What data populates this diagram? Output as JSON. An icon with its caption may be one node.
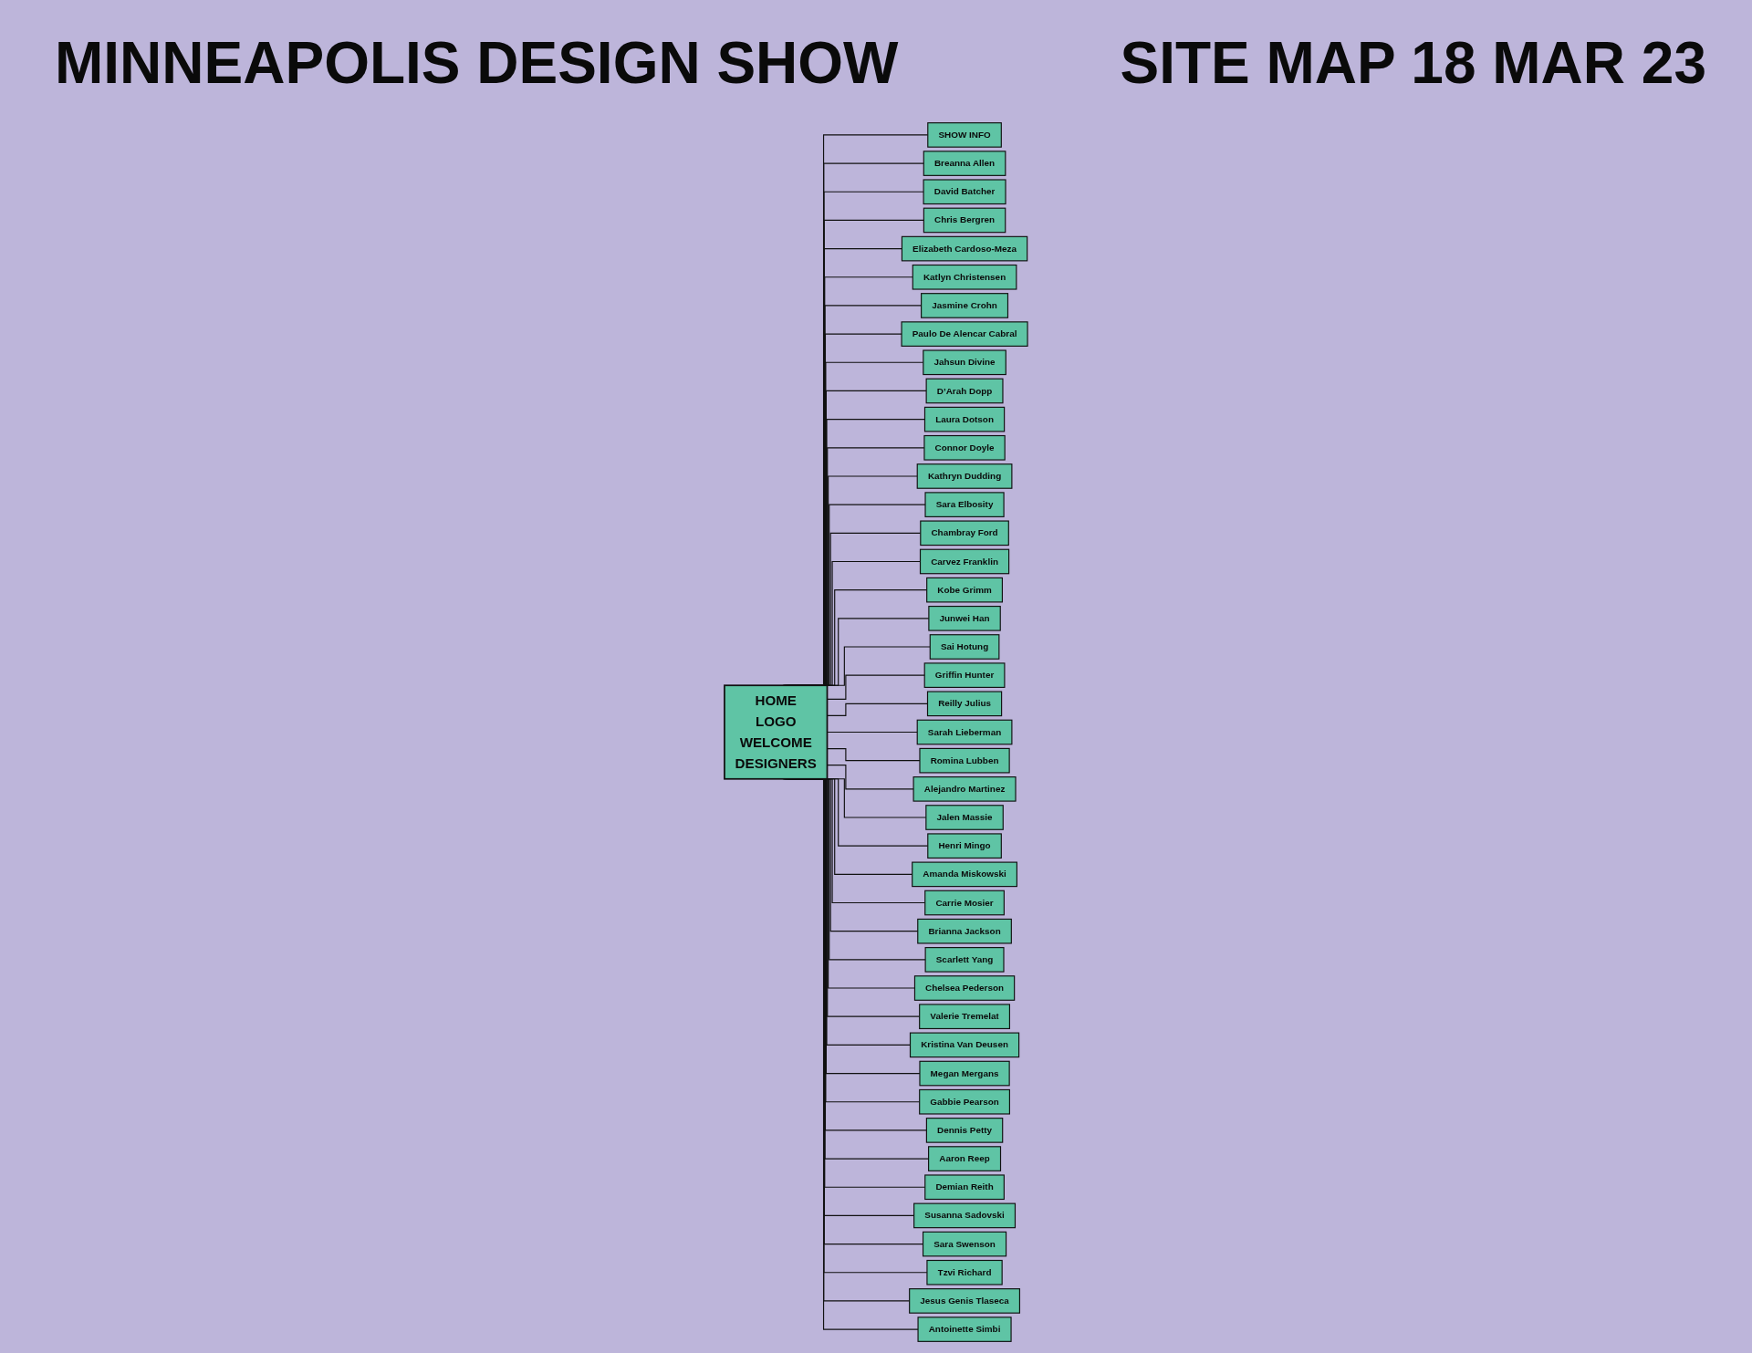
{
  "diagram": {
    "title": "MINNEAPOLIS DESIGN SHOW",
    "nodes": [
      {
        "text": [
          "HOME",
          "LOGO",
          "WELCOME",
          "DESIGNERS"
        ]
      },
      {
        "text": [
          "SHOW INFO"
        ]
      },
      {
        "text": [
          "Breanna Allen"
        ]
      },
      {
        "text": [
          "David Batcher"
        ]
      },
      {
        "text": [
          "Chris Bergren"
        ]
      },
      {
        "text": [
          "Elizabeth Cardoso-Meza"
        ]
      },
      {
        "text": [
          "Katlyn Christensen"
        ]
      },
      {
        "text": [
          "Jasmine Crohn"
        ]
      },
      {
        "text": [
          "Paulo De Alencar Cabral"
        ]
      },
      {
        "text": [
          "Jahsun Divine"
        ]
      },
      {
        "text": [
          "D’Arah Dopp"
        ]
      },
      {
        "text": [
          "Laura Dotson"
        ]
      },
      {
        "text": [
          "Connor Doyle"
        ]
      },
      {
        "text": [
          "Kathryn Dudding"
        ]
      },
      {
        "text": [
          "Sara Elbosity"
        ]
      },
      {
        "text": [
          "Chambray Ford"
        ]
      },
      {
        "text": [
          "Carvez Franklin"
        ]
      },
      {
        "text": [
          "Kobe Grimm"
        ]
      },
      {
        "text": [
          "Junwei Han"
        ]
      },
      {
        "text": [
          "Sai Hotung"
        ]
      },
      {
        "text": [
          "Griffin Hunter"
        ]
      },
      {
        "text": [
          "Reilly Julius"
        ]
      },
      {
        "text": [
          "Sarah Lieberman"
        ]
      },
      {
        "text": [
          "Romina Lubben"
        ]
      },
      {
        "text": [
          "Alejandro Martinez"
        ]
      },
      {
        "text": [
          "Jalen Massie"
        ]
      },
      {
        "text": [
          "Henri Mingo"
        ]
      },
      {
        "text": [
          "Amanda Miskowski"
        ]
      },
      {
        "text": [
          "Carrie Mosier"
        ]
      },
      {
        "text": [
          "Brianna Jackson"
        ]
      },
      {
        "text": [
          "Scarlett Yang"
        ]
      },
      {
        "text": [
          "Chelsea Pederson"
        ]
      },
      {
        "text": [
          "Valerie Tremelat"
        ]
      },
      {
        "text": [
          "Kristina Van Deusen"
        ]
      },
      {
        "text": [
          "Megan Mergans"
        ]
      },
      {
        "text": [
          "Gabbie Pearson"
        ]
      },
      {
        "text": [
          "Dennis Petty"
        ]
      },
      {
        "text": [
          "Aaron Reep"
        ]
      },
      {
        "text": [
          "Demian Reith"
        ]
      },
      {
        "text": [
          "Susanna Sadovski"
        ]
      },
      {
        "text": [
          "Sara Swenson"
        ]
      },
      {
        "text": [
          "Tzvi Richard"
        ]
      },
      {
        "text": [
          "Jesus Genis Tlaseca"
        ]
      },
      {
        "text": [
          "Antoinette Simbi"
        ]
      }
    ],
    "edges": [
      {
        "from": 0,
        "to": 1,
        "arrow": "none"
      },
      {
        "from": 0,
        "to": 2,
        "arrow": "none"
      },
      {
        "from": 0,
        "to": 3,
        "arrow": "none"
      },
      {
        "from": 0,
        "to": 4,
        "arrow": "none"
      },
      {
        "from": 0,
        "to": 5,
        "arrow": "none"
      },
      {
        "from": 0,
        "to": 6,
        "arrow": "none"
      },
      {
        "from": 0,
        "to": 7,
        "arrow": "none"
      },
      {
        "from": 0,
        "to": 8,
        "arrow": "none"
      },
      {
        "from": 0,
        "to": 9,
        "arrow": "none"
      },
      {
        "from": 0,
        "to": 10,
        "arrow": "none"
      },
      {
        "from": 0,
        "to": 11,
        "arrow": "none"
      },
      {
        "from": 0,
        "to": 12,
        "arrow": "none"
      },
      {
        "from": 0,
        "to": 13,
        "arrow": "none"
      },
      {
        "from": 0,
        "to": 14,
        "arrow": "none"
      },
      {
        "from": 0,
        "to": 15,
        "arrow": "none"
      },
      {
        "from": 0,
        "to": 16,
        "arrow": "none"
      },
      {
        "from": 0,
        "to": 17,
        "arrow": "none"
      },
      {
        "from": 0,
        "to": 18,
        "arrow": "none"
      },
      {
        "from": 0,
        "to": 19,
        "arrow": "none"
      },
      {
        "from": 0,
        "to": 20,
        "arrow": "none"
      },
      {
        "from": 0,
        "to": 21,
        "arrow": "none"
      },
      {
        "from": 0,
        "to": 22,
        "arrow": "none"
      },
      {
        "from": 0,
        "to": 23,
        "arrow": "none"
      },
      {
        "from": 0,
        "to": 24,
        "arrow": "none"
      },
      {
        "from": 0,
        "to": 25,
        "arrow": "none"
      },
      {
        "from": 0,
        "to": 26,
        "arrow": "none"
      },
      {
        "from": 0,
        "to": 27,
        "arrow": "none"
      },
      {
        "from": 0,
        "to": 28,
        "arrow": "none"
      },
      {
        "from": 0,
        "to": 29,
        "arrow": "none"
      },
      {
        "from": 0,
        "to": 30,
        "arrow": "none"
      },
      {
        "from": 0,
        "to": 31,
        "arrow": "none"
      },
      {
        "from": 0,
        "to": 32,
        "arrow": "none"
      },
      {
        "from": 0,
        "to": 33,
        "arrow": "none"
      },
      {
        "from": 0,
        "to": 34,
        "arrow": "none"
      },
      {
        "from": 0,
        "to": 35,
        "arrow": "none"
      },
      {
        "from": 0,
        "to": 36,
        "arrow": "none"
      },
      {
        "from": 0,
        "to": 37,
        "arrow": "none"
      },
      {
        "from": 0,
        "to": 38,
        "arrow": "none"
      },
      {
        "from": 0,
        "to": 39,
        "arrow": "none"
      },
      {
        "from": 0,
        "to": 40,
        "arrow": "none"
      },
      {
        "from": 0,
        "to": 41,
        "arrow": "none"
      },
      {
        "from": 0,
        "to": 42,
        "arrow": "none"
      },
      {
        "from": 0,
        "to": 43,
        "arrow": "none"
      }
    ],
    "labels": [
      "SITE MAP 18 MAR 23"
    ]
  }
}
